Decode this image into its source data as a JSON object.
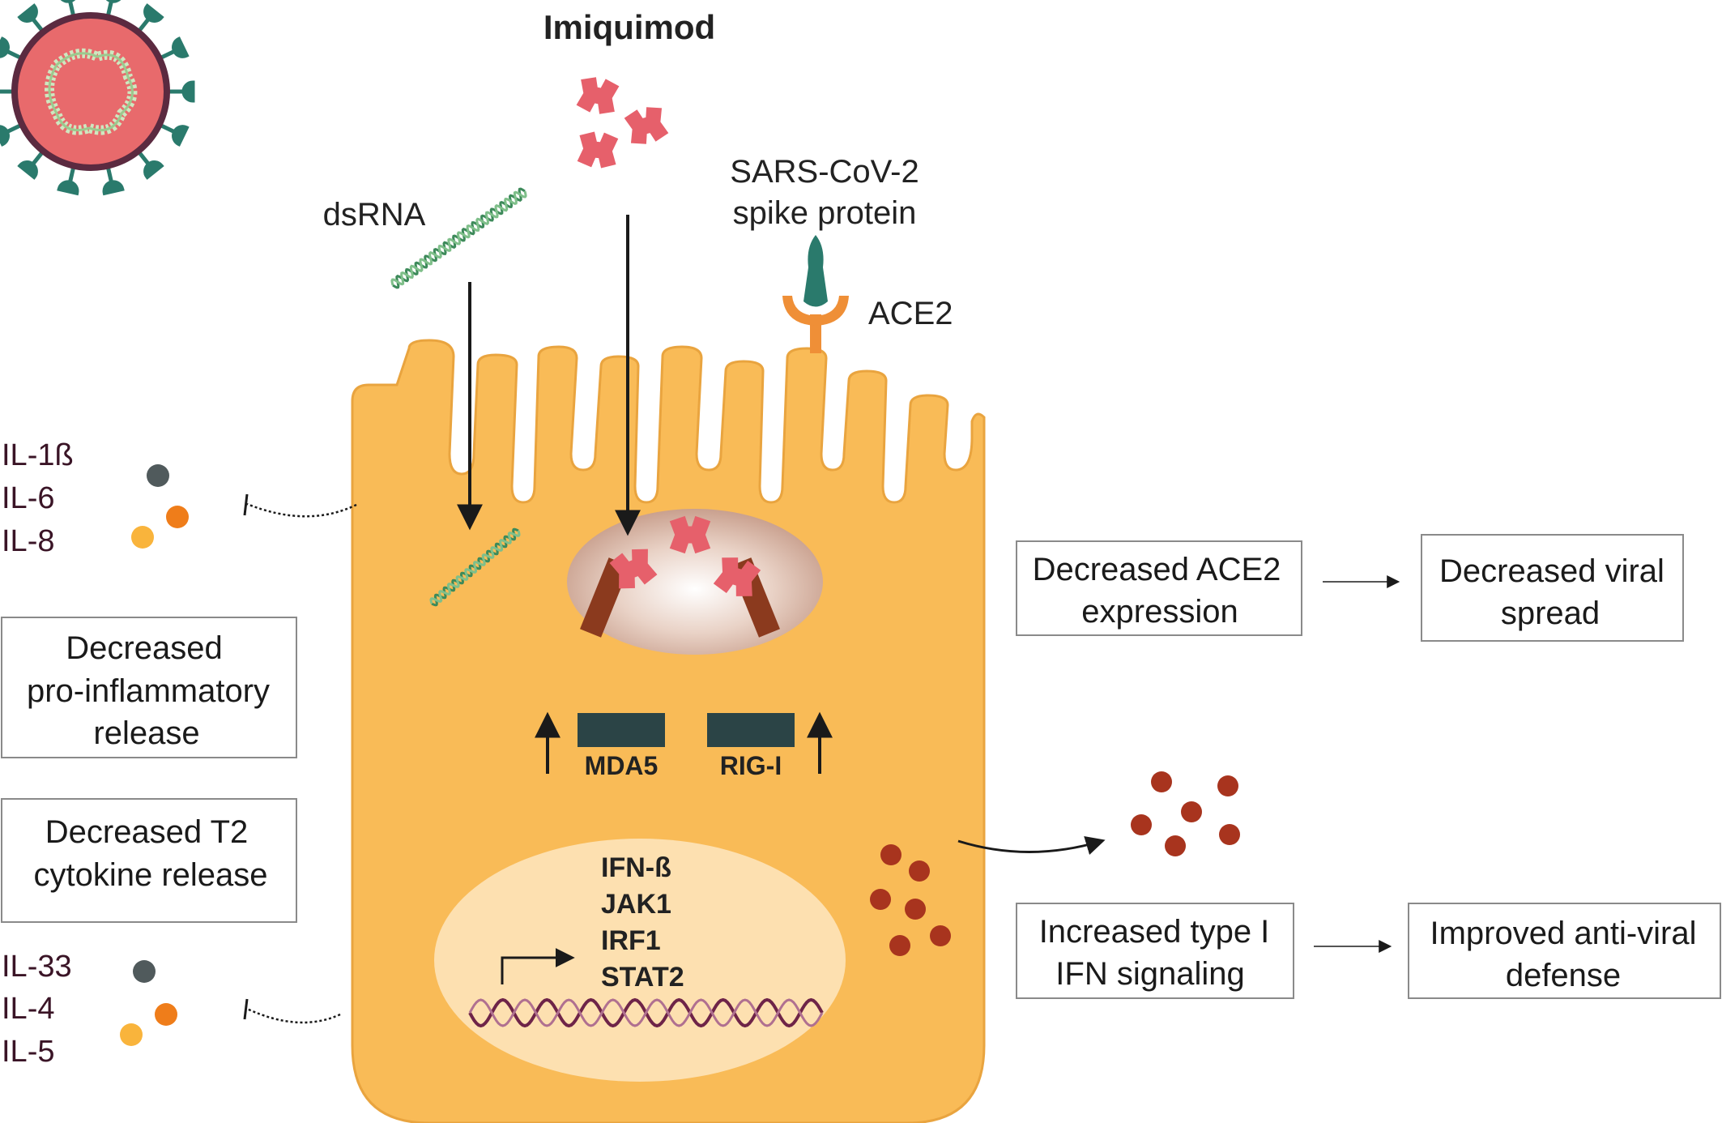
{
  "title": "Imiquimod",
  "labels": {
    "dsrna": "dsRNA",
    "spike_line1": "SARS-CoV-2",
    "spike_line2": "spike protein",
    "ace2": "ACE2",
    "mda5": "MDA5",
    "rigi": "RIG-I"
  },
  "genes": [
    "IFN-ß",
    "JAK1",
    "IRF1",
    "STAT2"
  ],
  "cytokines_top": [
    "IL-1ß",
    "IL-6",
    "IL-8"
  ],
  "cytokines_bottom": [
    "IL-33",
    "IL-4",
    "IL-5"
  ],
  "boxes": {
    "pro_inflammatory": [
      "Decreased",
      "pro-inflammatory",
      "release"
    ],
    "t2_cytokine": [
      "Decreased T2",
      "cytokine release"
    ],
    "ace2_expression": [
      "Decreased ACE2",
      "expression"
    ],
    "viral_spread": [
      "Decreased viral",
      "spread"
    ],
    "type1_ifn": [
      "Increased type I",
      "IFN signaling"
    ],
    "antiviral": [
      "Improved anti-viral",
      "defense"
    ]
  },
  "colors": {
    "cell": "#f9bb57",
    "cell_outline": "#e9a43f",
    "nucleus": "#fde0b0",
    "virus_teal": "#2a7a6c",
    "virus_core": "#e86a6c",
    "imiquimod": "#e6606b",
    "receptor_bar": "#2b4446",
    "rna_green": "#3d8a5a",
    "dna": "#6e2448",
    "ifn_dot": "#a8341e",
    "cytokine_gray": "#505a5c",
    "cytokine_orange": "#ef7d1a",
    "cytokine_yellow": "#f9b43c"
  }
}
